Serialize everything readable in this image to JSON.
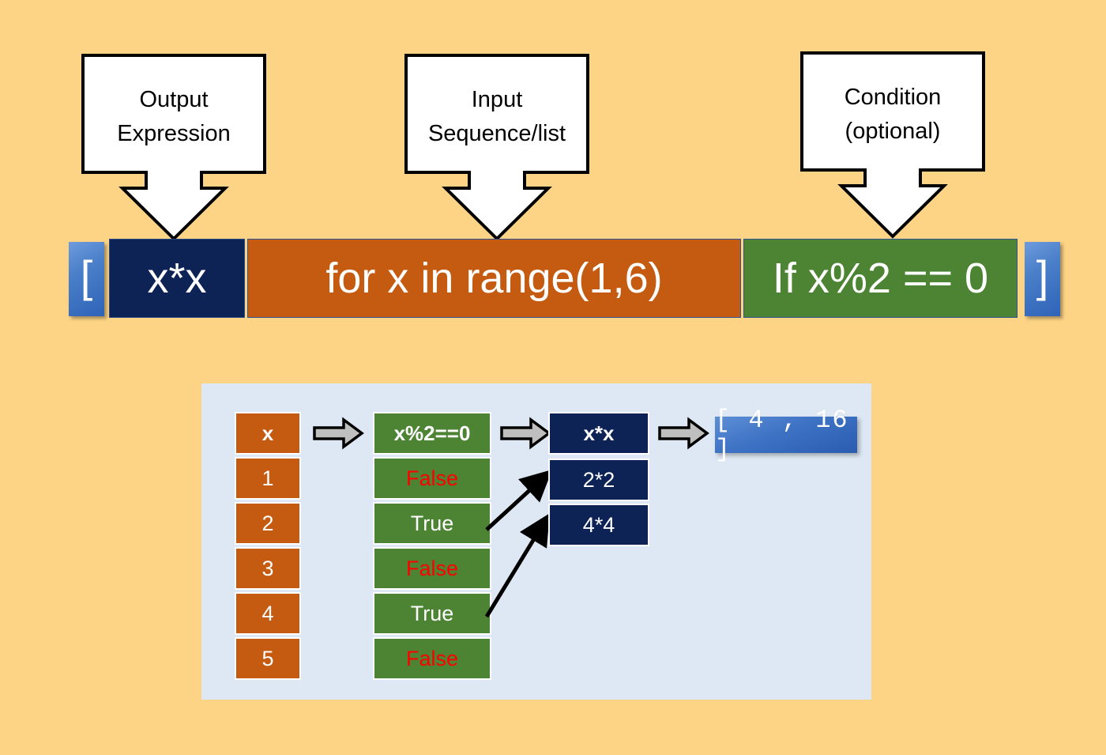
{
  "background_color": "#FDD486",
  "callouts": [
    {
      "id": "output-expression",
      "lines": [
        "Output",
        "Expression"
      ],
      "text": "Output Expression"
    },
    {
      "id": "input-sequence",
      "lines": [
        "Input",
        "Sequence/list"
      ],
      "text": "Input Sequence/list"
    },
    {
      "id": "condition",
      "lines": [
        "Condition",
        "(optional)"
      ],
      "text": "Condition (optional)"
    }
  ],
  "callout_labels": {
    "output_line1": "Output",
    "output_line2": "Expression",
    "input_line1": "Input",
    "input_line2": "Sequence/list",
    "condition_line1": "Condition",
    "condition_line2": "(optional)"
  },
  "code_bar": {
    "open_bracket": "[",
    "output_expression": "x*x",
    "input_sequence": "for x in range(1,6)",
    "condition": "If x%2 == 0",
    "close_bracket": "]",
    "colors": {
      "bracket": "#3d72c4",
      "output_expression": "#0D2255",
      "input_sequence": "#C55A11",
      "condition": "#4C8434"
    }
  },
  "table": {
    "panel_color": "#DEE8F4",
    "columns": [
      {
        "id": "x-column",
        "header": "x",
        "color": "#C55A11",
        "cells": [
          "1",
          "2",
          "3",
          "4",
          "5"
        ]
      },
      {
        "id": "condition-column",
        "header": "x%2==0",
        "color": "#4C8434",
        "cells": [
          "False",
          "True",
          "False",
          "True",
          "False"
        ],
        "cell_colors": [
          "#FF0000",
          "#FFFFFF",
          "#FF0000",
          "#FFFFFF",
          "#FF0000"
        ]
      },
      {
        "id": "expression-column",
        "header": "x*x",
        "color": "#0D2255",
        "cells": [
          "2*2",
          "4*4"
        ]
      }
    ],
    "result": "[ 4 , 16 ]",
    "result_color": "#3d72c4"
  },
  "icons": {
    "gray_block_arrow": "arrow-right-block-icon",
    "black_diagonal_arrow": "arrow-diagonal-icon",
    "callout_down_arrow": "arrow-down-callout-icon"
  }
}
